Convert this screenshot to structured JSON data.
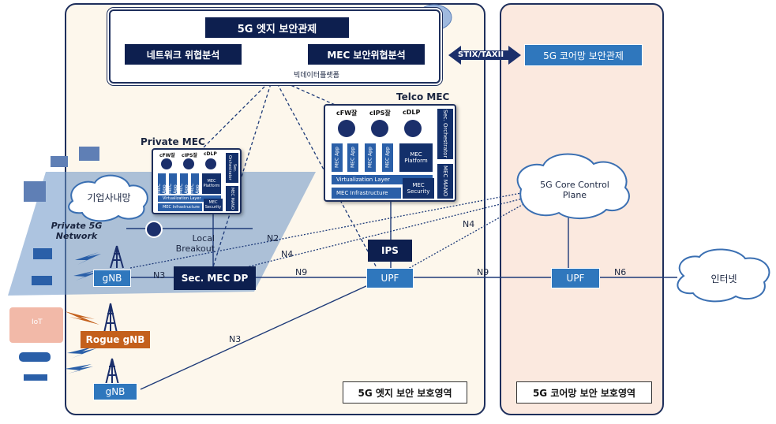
{
  "soc": {
    "title": "5G 엣지 보안관제",
    "network_analysis": "네트워크 위협분석",
    "mec_analysis": "MEC 보안위협분석",
    "big_data": "빅데이터플랫폼"
  },
  "stix": "STIX/TAXII",
  "core_soc": "5G 코어망 보안관제",
  "private_mec": {
    "title": "Private MEC",
    "functions": [
      "cFW잘",
      "cIPS잘",
      "cDLP"
    ],
    "apps": [
      "MEC App",
      "MEC App",
      "MEC App",
      "MEC App"
    ],
    "platform": "MEC Platform",
    "orchestrator": "Sec. Orchestrator",
    "virtualization": "Virtualization Layer",
    "infrastructure": "MEC Infrastructure",
    "security": "MEC Security",
    "mano": "MEC MANO"
  },
  "telco_mec": {
    "title": "Telco MEC",
    "functions": [
      "cFW잘",
      "cIPS잘",
      "cDLP"
    ],
    "apps": [
      "MEC App",
      "MEC App",
      "MEC App",
      "MEC App"
    ],
    "platform": "MEC Platform",
    "orchestrator": "Sec. Orchestrator",
    "virtualization": "Virtualization Layer",
    "infrastructure": "MEC Infrastructure",
    "security": "MEC Security",
    "mano": "MEC MANO"
  },
  "enterprise_net": "기업사내망",
  "private_5g": "Private 5G Network",
  "local_breakout": "Local Breakout",
  "core_cp": "5G Core Control Plane",
  "internet": "인터넷",
  "nodes": {
    "gnb_top": "gNB",
    "gnb_bottom": "gNB",
    "rogue_gnb": "Rogue gNB",
    "sec_mec_dp": "Sec. MEC DP",
    "ips": "IPS",
    "upf_edge": "UPF",
    "upf_core": "UPF",
    "iot": "IoT"
  },
  "interfaces": {
    "n2": "N2",
    "n3_top": "N3",
    "n4_left": "N4",
    "n4_right": "N4",
    "n9_left": "N9",
    "n9_right": "N9",
    "n6": "N6",
    "n3_bottom": "N3"
  },
  "zones": {
    "edge": "5G 엣지 보안 보호영역",
    "core": "5G 코어망 보안 보호영역"
  },
  "colors": {
    "navy": "#0d1f4f",
    "blue": "#2f77bd",
    "edge_bg": "#fdf7ec",
    "core_bg": "#fbe9df",
    "rogue": "#c4601c"
  }
}
